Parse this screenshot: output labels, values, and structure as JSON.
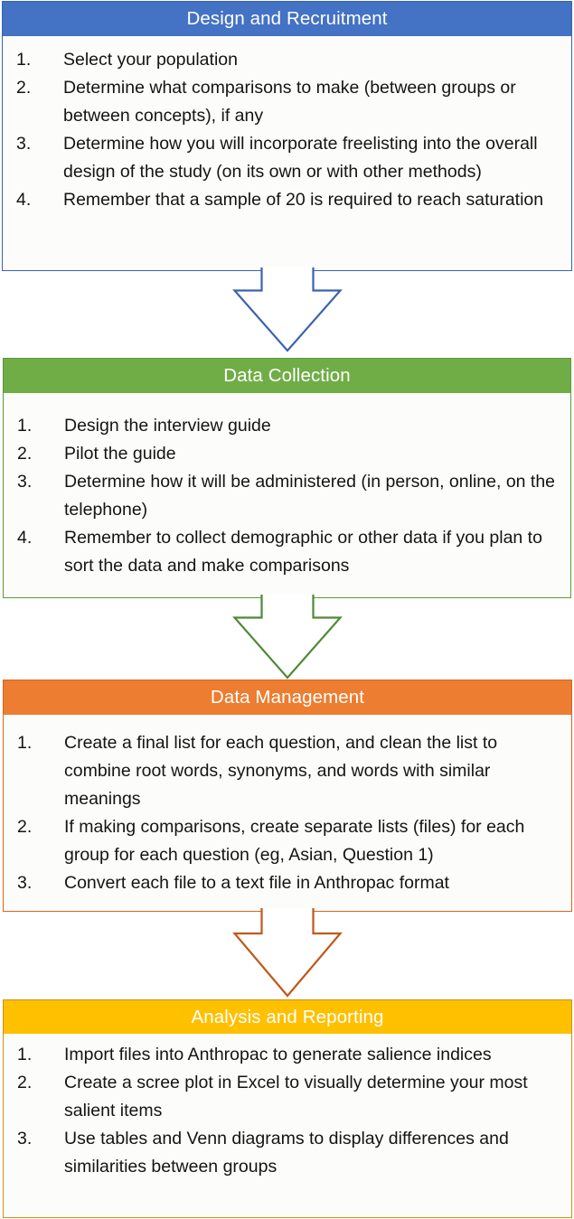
{
  "diagram": {
    "title": "Freelisting study process flowchart",
    "orientation": "vertical-top-to-bottom"
  },
  "colors": {
    "design_header": "#4472C4",
    "design_border": "#3A63B0",
    "collection_header": "#70AD47",
    "collection_border": "#5C9A39",
    "management_header": "#ED7D31",
    "management_border": "#D2671F",
    "analysis_header": "#FFC000",
    "analysis_border": "#C69214",
    "body_background": "#FCFCFA",
    "header_text": "#FFFFFF",
    "body_text": "#141414"
  },
  "stages": [
    {
      "id": "design",
      "title": "Design and Recruitment",
      "steps": [
        {
          "num": "1.",
          "text": "Select your population"
        },
        {
          "num": "2.",
          "text": "Determine what comparisons to make (between groups or between concepts), if any"
        },
        {
          "num": "3.",
          "text": "Determine how you will incorporate freelisting into the overall design of the study (on its own or with other methods)"
        },
        {
          "num": "4.",
          "text": "Remember that a sample of 20 is required to reach saturation"
        }
      ]
    },
    {
      "id": "collection",
      "title": "Data Collection",
      "steps": [
        {
          "num": "1.",
          "text": "Design the interview guide"
        },
        {
          "num": "2.",
          "text": "Pilot the guide"
        },
        {
          "num": "3.",
          "text": "Determine how it will be administered (in person, online, on the telephone)"
        },
        {
          "num": "4.",
          "text": "Remember to collect demographic or other data if you plan to sort the data and make comparisons"
        }
      ]
    },
    {
      "id": "management",
      "title": "Data Management",
      "steps": [
        {
          "num": "1.",
          "text": "Create a final list for each question, and clean the list to combine root words, synonyms, and words with similar meanings"
        },
        {
          "num": "2.",
          "text": "If making comparisons, create separate lists (files) for each group for each question (eg, Asian, Question 1)"
        },
        {
          "num": "3.",
          "text": "Convert each file to a text file in Anthropac format"
        }
      ]
    },
    {
      "id": "analysis",
      "title": "Analysis and Reporting",
      "steps": [
        {
          "num": "1.",
          "text": "Import files into Anthropac to generate salience indices"
        },
        {
          "num": "2.",
          "text": "Create a scree plot in Excel to visually determine your most salient items"
        },
        {
          "num": "3.",
          "text": "Use tables and Venn diagrams to display differences and similarities between groups"
        }
      ]
    }
  ],
  "connectors": [
    {
      "id": "connector-1",
      "from": "design",
      "to": "collection",
      "icon": "down-arrow-icon",
      "color": "#3A63B0"
    },
    {
      "id": "connector-2",
      "from": "collection",
      "to": "management",
      "icon": "down-arrow-icon",
      "color": "#4F8A35"
    },
    {
      "id": "connector-3",
      "from": "management",
      "to": "analysis",
      "icon": "down-arrow-icon",
      "color": "#C1571A"
    }
  ]
}
